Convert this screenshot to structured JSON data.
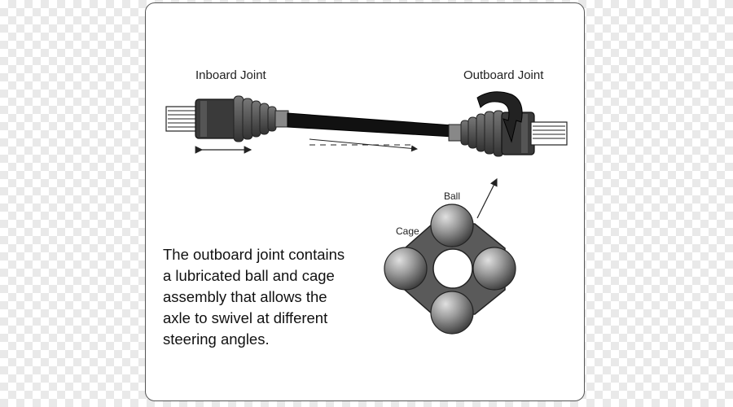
{
  "labels": {
    "inboard_joint": "Inboard Joint",
    "outboard_joint": "Outboard Joint",
    "ball": "Ball",
    "cage": "Cage"
  },
  "description": {
    "lines": [
      "The outboard joint contains",
      "a lubricated ball and cage",
      "assembly that allows the",
      "axle to swivel at different",
      "steering angles."
    ]
  },
  "colors": {
    "boot_dark": "#3a3a3a",
    "boot_mid": "#666666",
    "shaft": "#111111",
    "cage": "#5a5a5a",
    "ball_light": "#c8c8c8",
    "ball_dark": "#444444"
  }
}
